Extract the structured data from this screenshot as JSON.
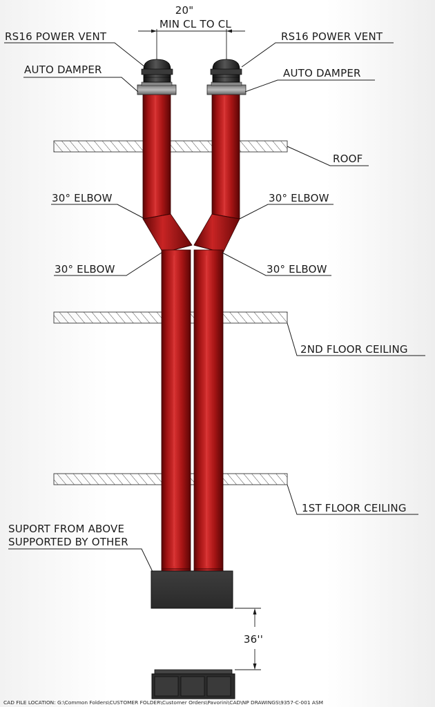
{
  "dimension_top": {
    "value": "20\"",
    "text": "MIN CL TO CL"
  },
  "labels": {
    "power_vent_left": "RS16 POWER VENT",
    "power_vent_right": "RS16 POWER VENT",
    "auto_damper_left": "AUTO DAMPER",
    "auto_damper_right": "AUTO DAMPER",
    "roof": "ROOF",
    "elbow_upper_left": "30° ELBOW",
    "elbow_upper_right": "30° ELBOW",
    "elbow_lower_left": "30° ELBOW",
    "elbow_lower_right": "30° ELBOW",
    "second_floor_ceiling": "2ND FLOOR CEILING",
    "first_floor_ceiling": "1ST FLOOR CEILING",
    "support_line1": "SUPORT FROM ABOVE",
    "support_line2": "SUPPORTED BY OTHER"
  },
  "dimension_bottom": {
    "value": "36''"
  },
  "footer": "CAD FILE LOCATION: G:\\Common Folders\\CUSTOMER FOLDER\\Customer Orders\\Pavorini\\CAD\\NP DRAWINGS\\9357-C-001 ASM",
  "colors": {
    "pipe": "#b01515",
    "pipe_dark": "#6e0707",
    "pipe_light": "#e04040",
    "vent": "#2a2a2a",
    "box": "#333333"
  }
}
